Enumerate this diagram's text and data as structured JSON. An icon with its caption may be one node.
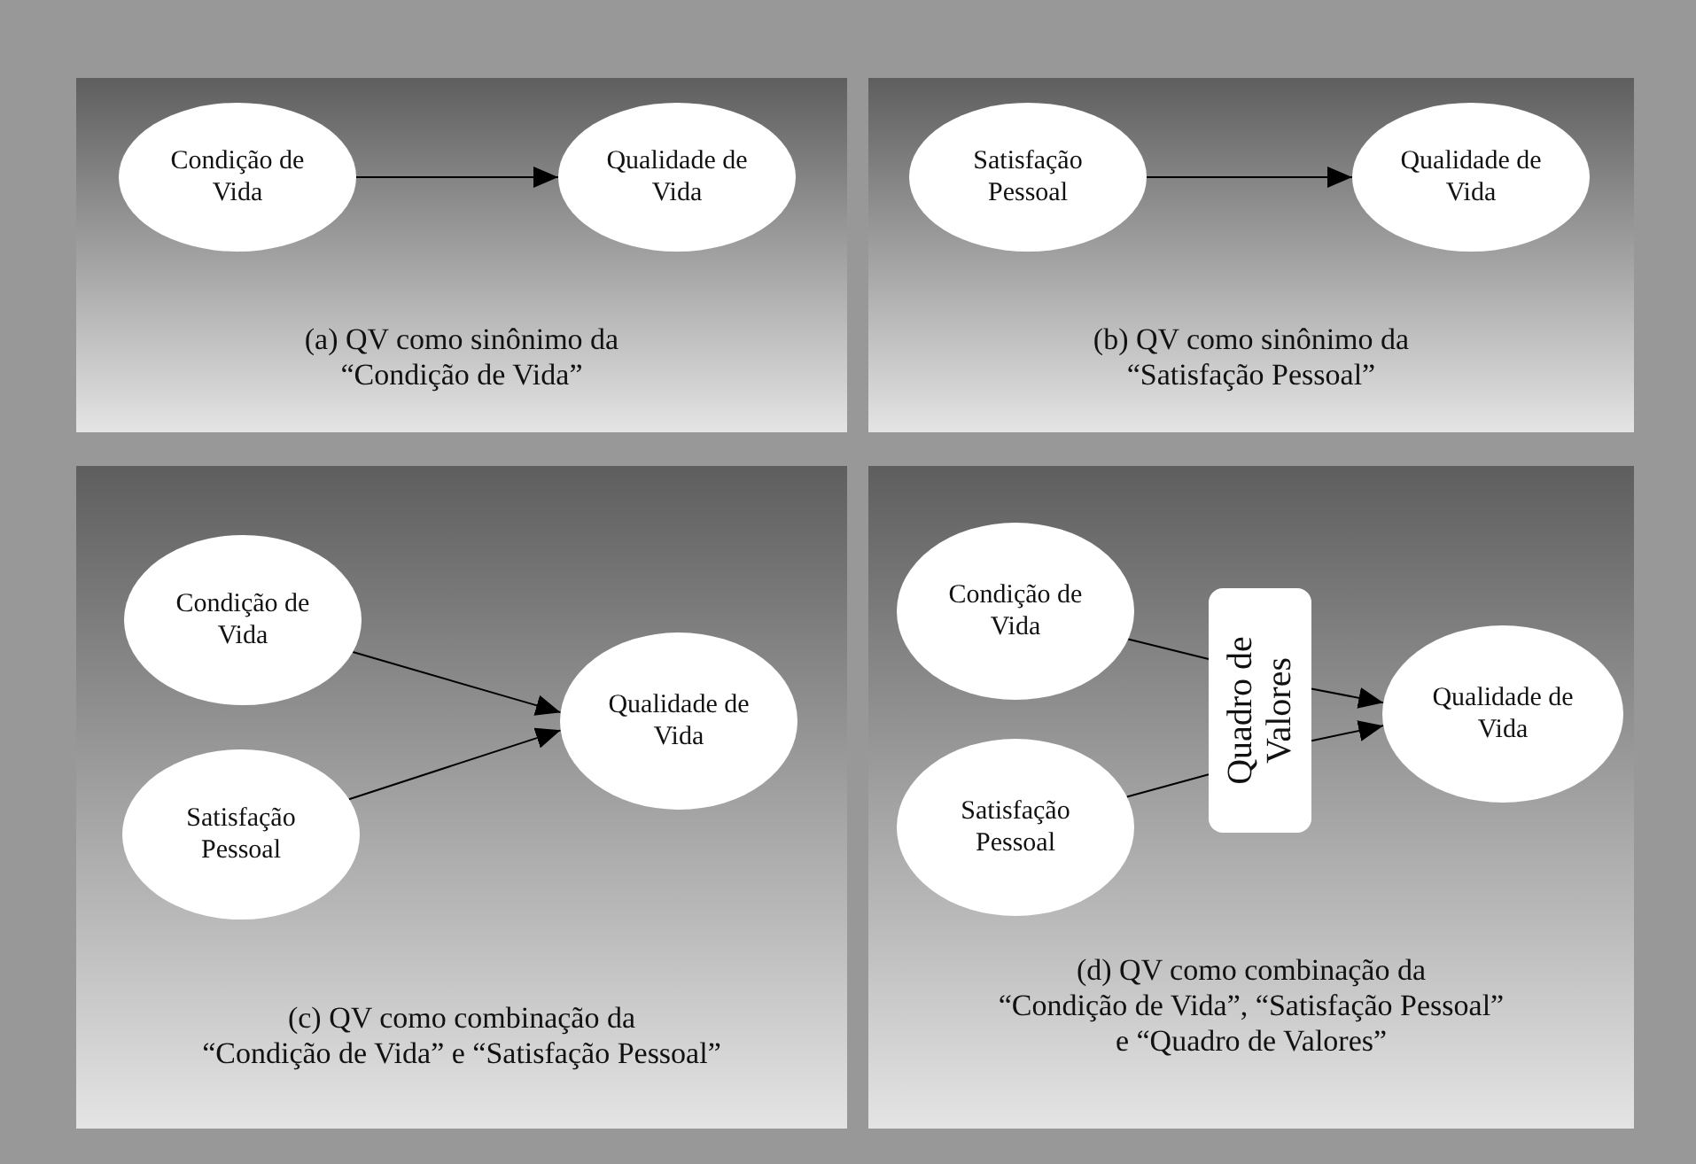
{
  "diagram": {
    "nodes": [
      {
        "text": [
          "(a) QV como sinônimo da “Condição de Vida”"
        ]
      },
      {
        "text": [
          "Condição de Vida"
        ],
        "in": 0
      },
      {
        "text": [
          "Qualidade de Vida"
        ],
        "in": 0
      },
      {
        "text": [
          "(b) QV como sinônimo da “Satisfação Pessoal”"
        ]
      },
      {
        "text": [
          "Satisfação Pessoal"
        ],
        "in": 3
      },
      {
        "text": [
          "Qualidade de Vida"
        ],
        "in": 3
      },
      {
        "text": [
          "(c) QV como combinação da “Condição de Vida” e “Satisfação Pessoal”"
        ]
      },
      {
        "text": [
          "Condição de Vida"
        ],
        "in": 6
      },
      {
        "text": [
          "Satisfação Pessoal"
        ],
        "in": 6
      },
      {
        "text": [
          "Qualidade de Vida"
        ],
        "in": 6
      },
      {
        "text": [
          "(d) QV como combinação da “Condição de Vida”, “Satisfação Pessoal” e “Quadro de Valores”"
        ]
      },
      {
        "text": [
          "Condição de Vida"
        ],
        "in": 10
      },
      {
        "text": [
          "Satisfação Pessoal"
        ],
        "in": 10
      },
      {
        "text": [
          "Quadro de Valores"
        ],
        "in": 10
      },
      {
        "text": [
          "Qualidade de Vida"
        ],
        "in": 10
      }
    ],
    "edges": [
      {
        "from": 1,
        "to": 2,
        "arrow": "to"
      },
      {
        "from": 4,
        "to": 5,
        "arrow": "to"
      },
      {
        "from": 7,
        "to": 9,
        "arrow": "to"
      },
      {
        "from": 8,
        "to": 9,
        "arrow": "to"
      },
      {
        "from": 11,
        "to": 13,
        "arrow": "none"
      },
      {
        "from": 12,
        "to": 13,
        "arrow": "none"
      },
      {
        "from": 13,
        "to": 14,
        "arrow": "to"
      },
      {
        "from": 13,
        "to": 14,
        "arrow": "to"
      }
    ]
  }
}
